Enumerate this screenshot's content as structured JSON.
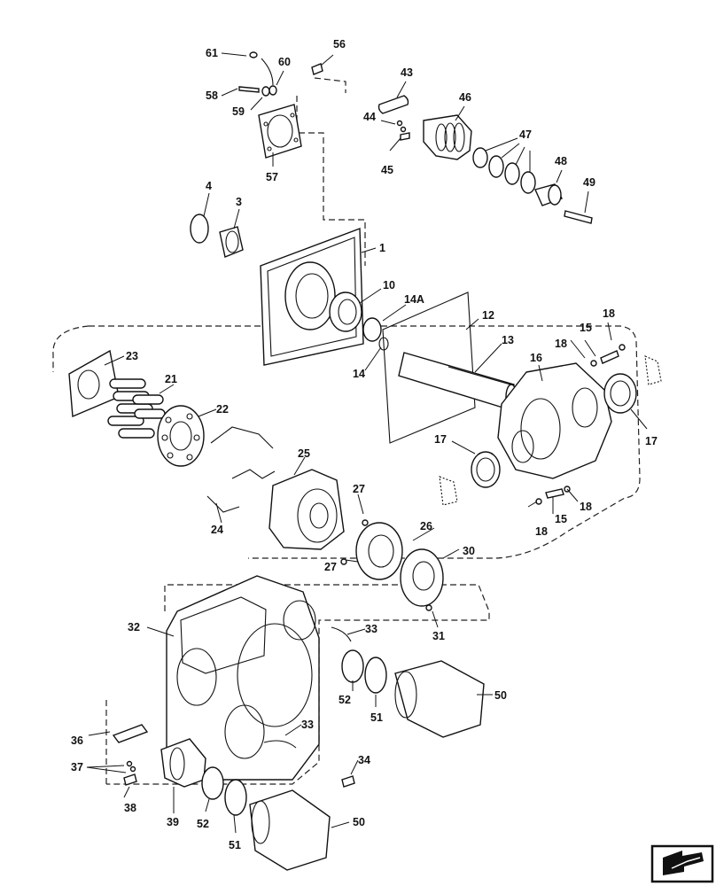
{
  "callouts": {
    "c61": "61",
    "c56": "56",
    "c60": "60",
    "c58": "58",
    "c59": "59",
    "c57": "57",
    "c43": "43",
    "c44": "44",
    "c45": "45",
    "c46": "46",
    "c47": "47",
    "c48": "48",
    "c49": "49",
    "c4": "4",
    "c3": "3",
    "c1": "1",
    "c10": "10",
    "c14a": "14A",
    "c12": "12",
    "c13": "13",
    "c14": "14",
    "c15a": "15",
    "c18a": "18",
    "c18b": "18",
    "c16": "16",
    "c17a": "17",
    "c17b": "17",
    "c23": "23",
    "c21": "21",
    "c22": "22",
    "c25": "25",
    "c27a": "27",
    "c26": "26",
    "c27b": "27",
    "c24": "24",
    "c30": "30",
    "c31": "31",
    "c18c": "18",
    "c15b": "15",
    "c18d": "18",
    "c32": "32",
    "c33a": "33",
    "c52a": "52",
    "c51a": "51",
    "c50a": "50",
    "c33b": "33",
    "c36": "36",
    "c34": "34",
    "c37": "37",
    "c38": "38",
    "c39": "39",
    "c52b": "52",
    "c51b": "51",
    "c50b": "50"
  },
  "icons": {
    "nav": "next-page-arrow-icon"
  }
}
